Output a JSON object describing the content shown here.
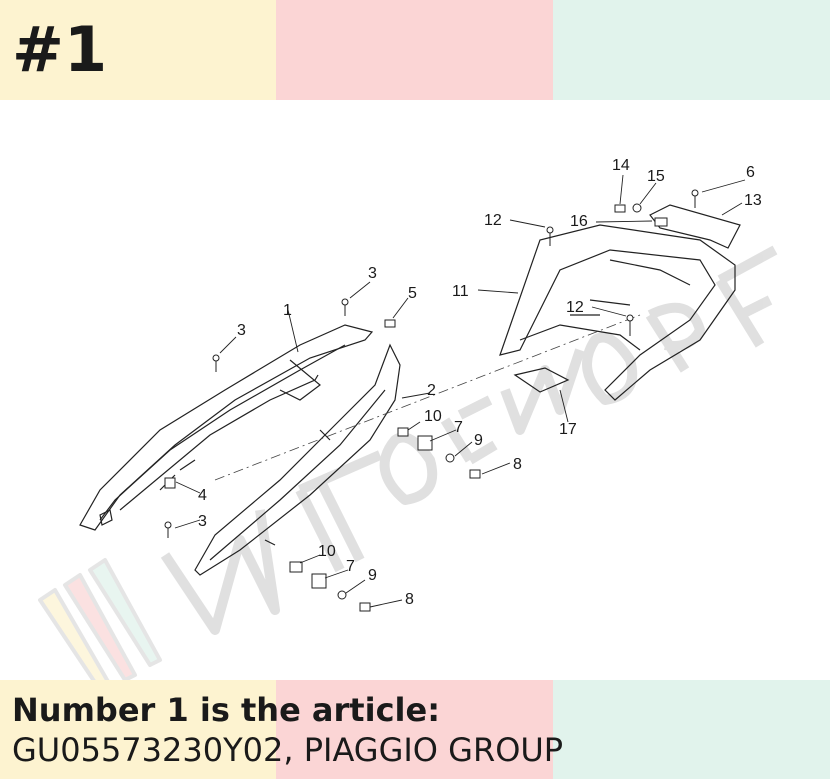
{
  "header": {
    "part_tag": "#1"
  },
  "diagram": {
    "callouts": [
      "1",
      "2",
      "3",
      "3",
      "3",
      "4",
      "5",
      "6",
      "7",
      "7",
      "8",
      "8",
      "9",
      "9",
      "10",
      "10",
      "11",
      "12",
      "12",
      "13",
      "14",
      "15",
      "16",
      "17"
    ]
  },
  "caption": {
    "heading": "Number 1 is the article:",
    "article": "GU05573230Y02, PIAGGIO GROUP"
  },
  "colors": {
    "band_yellow": "#fdf3d0",
    "band_pink": "#fbd5d5",
    "band_green": "#e1f3ec",
    "text": "#1a1a1a"
  }
}
